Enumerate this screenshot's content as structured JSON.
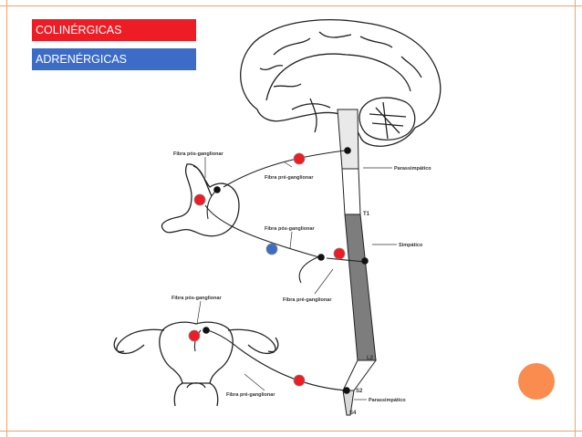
{
  "legend": {
    "cholinergic": {
      "label": "COLINÉRGICAS",
      "color": "#ee1c25"
    },
    "adrenergic": {
      "label": "ADRENÉRGICAS",
      "color": "#3d6cc7"
    }
  },
  "labels": {
    "pre_top": "Fibra pós-ganglionar",
    "pre_top2": "Fibra pré-ganglionar",
    "parassimpatico": "Parassimpático",
    "t1": "T1",
    "pos_mid": "Fibra pós-ganglionar",
    "simpatico": "Simpático",
    "pre_mid": "Fibra pré-ganglionar",
    "pos_low": "Fibra pós-ganglionar",
    "l2": "L2",
    "s2": "S2",
    "parassimpatico2": "Parassimpático",
    "s4": "S4",
    "pre_low": "Fibra pré-ganglionar"
  },
  "accent_color": "#f98c4e"
}
